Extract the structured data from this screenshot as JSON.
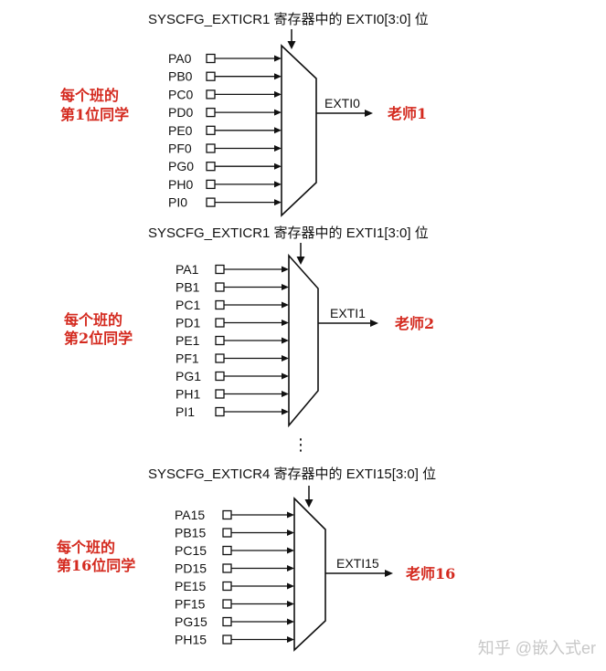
{
  "blocks": [
    {
      "header": "SYSCFG_EXTICR1 寄存器中的 EXTI0[3:0] 位",
      "pins": [
        "PA0",
        "PB0",
        "PC0",
        "PD0",
        "PE0",
        "PF0",
        "PG0",
        "PH0",
        "PI0"
      ],
      "output": "EXTI0",
      "students": [
        "每个班的",
        "第1位同学"
      ],
      "teacher": "老师1"
    },
    {
      "header": "SYSCFG_EXTICR1 寄存器中的 EXTI1[3:0] 位",
      "pins": [
        "PA1",
        "PB1",
        "PC1",
        "PD1",
        "PE1",
        "PF1",
        "PG1",
        "PH1",
        "PI1"
      ],
      "output": "EXTI1",
      "students": [
        "每个班的",
        "第2位同学"
      ],
      "teacher": "老师2"
    },
    {
      "header": "SYSCFG_EXTICR4 寄存器中的 EXTI15[3:0] 位",
      "pins": [
        "PA15",
        "PB15",
        "PC15",
        "PD15",
        "PE15",
        "PF15",
        "PG15",
        "PH15"
      ],
      "output": "EXTI15",
      "students": [
        "每个班的",
        "第16位同学"
      ],
      "teacher": "老师16"
    }
  ],
  "ellipsis": "⋮",
  "watermark": "知乎 @嵌入式er",
  "colors": {
    "annotation": "#d42a1f",
    "line": "#111111",
    "watermark": "#c8c8c8"
  }
}
